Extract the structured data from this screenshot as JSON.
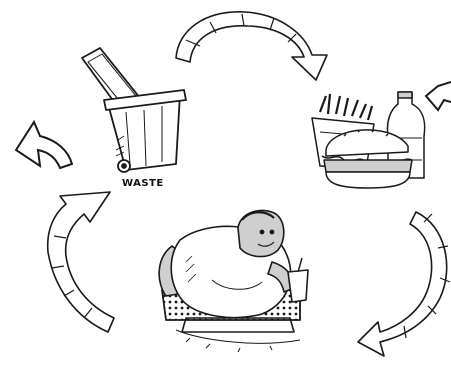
{
  "diagram": {
    "type": "cycle",
    "nodes": [
      {
        "id": "waste",
        "label": "WASTE",
        "icon": "trash-bin-icon"
      },
      {
        "id": "junk-food",
        "label": "",
        "icon": "junk-food-icon"
      },
      {
        "id": "obesity",
        "label": "",
        "icon": "obese-person-icon"
      }
    ],
    "arrows": [
      {
        "from": "waste",
        "to": "junk-food",
        "icon": "curved-arrow-icon"
      },
      {
        "from": "junk-food",
        "to": "obesity",
        "icon": "curved-arrow-icon"
      },
      {
        "from": "obesity",
        "to": "waste",
        "icon": "curved-arrow-icon"
      }
    ]
  },
  "colors": {
    "stroke": "#1a1a1a",
    "fill": "#ffffff",
    "skin": "#cfcfcf",
    "shadow": "#8a8a8a"
  }
}
